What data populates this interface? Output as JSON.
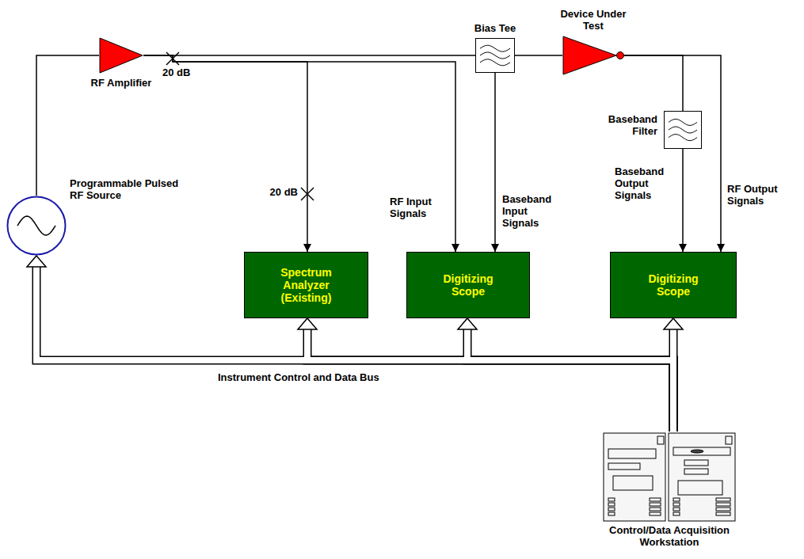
{
  "diagram": {
    "nodes": [
      {
        "text": [
          "Programmable Pulsed RF Source"
        ]
      },
      {
        "text": [
          "RF Amplifier"
        ]
      },
      {
        "text": [
          "Bias Tee"
        ]
      },
      {
        "text": [
          "Device Under Test"
        ]
      },
      {
        "text": [
          "Baseband Filter"
        ]
      },
      {
        "text": [
          "Spectrum Analyzer (Existing)"
        ]
      },
      {
        "text": [
          "Digitizing Scope"
        ]
      },
      {
        "text": [
          "Digitizing Scope"
        ]
      },
      {
        "text": [
          "Control/Data Acquisition Workstation"
        ]
      }
    ],
    "edges": [
      {
        "from": 0,
        "to": 1,
        "arrow": "none"
      },
      {
        "from": 1,
        "to": 2,
        "arrow": "none"
      },
      {
        "from": 2,
        "to": 3,
        "arrow": "none"
      },
      {
        "from": 3,
        "to": 4,
        "arrow": "none"
      },
      {
        "from": 4,
        "to": 7,
        "arrow": "to"
      },
      {
        "from": 3,
        "to": 7,
        "arrow": "to"
      },
      {
        "from": 1,
        "to": 5,
        "arrow": "to"
      },
      {
        "from": 1,
        "to": 6,
        "arrow": "to"
      },
      {
        "from": 2,
        "to": 6,
        "arrow": "to"
      },
      {
        "from": 8,
        "to": 0,
        "arrow": "to"
      },
      {
        "from": 8,
        "to": 5,
        "arrow": "to"
      },
      {
        "from": 8,
        "to": 6,
        "arrow": "to"
      },
      {
        "from": 8,
        "to": 7,
        "arrow": "to"
      }
    ],
    "labels": [
      "20 dB",
      "20 dB",
      "RF Input Signals",
      "Baseband Input Signals",
      "Baseband Output Signals",
      "RF Output Signals",
      "Instrument Control and Data Bus"
    ]
  }
}
